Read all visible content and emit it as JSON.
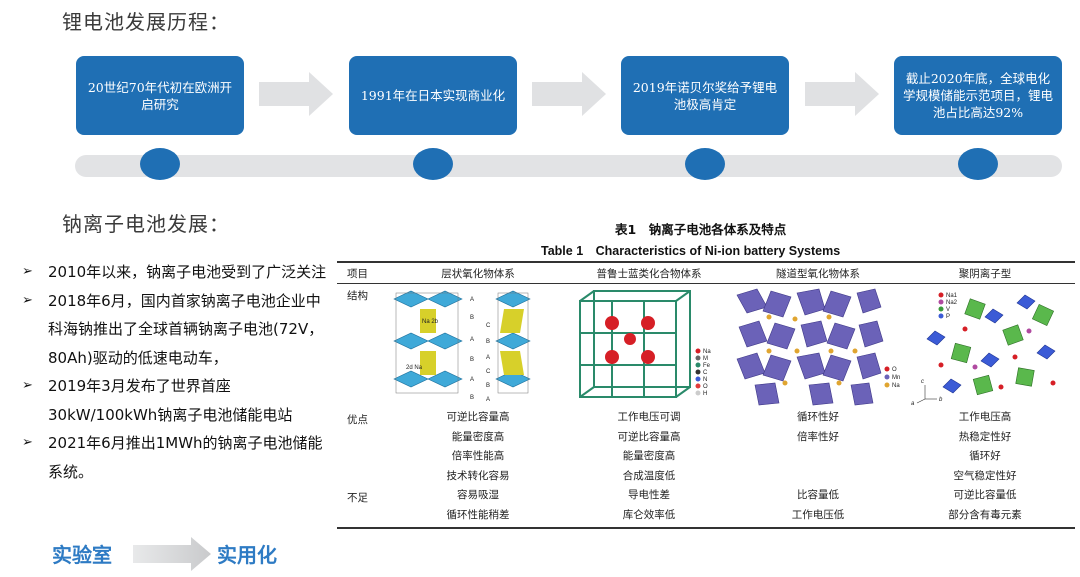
{
  "lithium": {
    "heading": "锂电池发展历程：",
    "milestones": [
      {
        "text": "20世纪70年代初在欧洲开启研究"
      },
      {
        "text": "1991年在日本实现商业化"
      },
      {
        "text": "2019年诺贝尔奖给予锂电池极高肯定"
      },
      {
        "text": "截止2020年底，全球电化学规模储能示范项目，锂电池占比高达92%"
      }
    ]
  },
  "sodium": {
    "heading": "钠离子电池发展：",
    "bullets": [
      "2010年以来，钠离子电池受到了广泛关注",
      "2018年6月，国内首家钠离子电池企业中科海钠推出了全球首辆钠离子电池(72V，80Ah)驱动的低速电动车，",
      "2019年3月发布了世界首座30kW/100kWh钠离子电池储能电站",
      "2021年6月推出1MWh的钠离子电池储能系统。"
    ],
    "from_label": "实验室",
    "to_label": "实用化"
  },
  "table": {
    "title_cn": "表1　钠离子电池各体系及特点",
    "title_en": "Table 1　Characteristics of Ni-ion battery Systems",
    "row_header": "项目",
    "columns": [
      "层状氧化物体系",
      "普鲁士蓝类化合物体系",
      "隧道型氧化物体系",
      "聚阴离子型"
    ],
    "row_labels": {
      "structure": "结构",
      "advantages": "优点",
      "disadvantages": "不足"
    },
    "structure_labels": {
      "col1": [
        "Na 2b",
        "2d Na",
        "A",
        "B",
        "A",
        "B",
        "A",
        "B",
        "C",
        "B",
        "A",
        "C",
        "B",
        "A"
      ],
      "col2_legend": [
        "Na",
        "M",
        "Fe",
        "C",
        "N",
        "O",
        "H"
      ],
      "col3_legend": [
        "O",
        "Mn",
        "Na"
      ],
      "col4_legend": [
        "Na1",
        "Na2",
        "V",
        "P"
      ],
      "col4_axes": [
        "c",
        "a",
        "b"
      ]
    },
    "advantages": [
      [
        "可逆比容量高",
        "能量密度高",
        "倍率性能高",
        "技术转化容易"
      ],
      [
        "工作电压可调",
        "可逆比容量高",
        "能量密度高",
        "合成温度低"
      ],
      [
        "循环性好",
        "倍率性好"
      ],
      [
        "工作电压高",
        "热稳定性好",
        "循环好",
        "空气稳定性好"
      ]
    ],
    "disadvantages": [
      [
        "容易吸湿",
        "循环性能稍差"
      ],
      [
        "导电性差",
        "库仑效率低"
      ],
      [
        "比容量低",
        "工作电压低"
      ],
      [
        "可逆比容量低",
        "部分含有毒元素"
      ]
    ]
  },
  "colors": {
    "accent": "#1f6fb4",
    "arrow": "#e0e1e3",
    "label_blue": "#2e7bc4"
  }
}
